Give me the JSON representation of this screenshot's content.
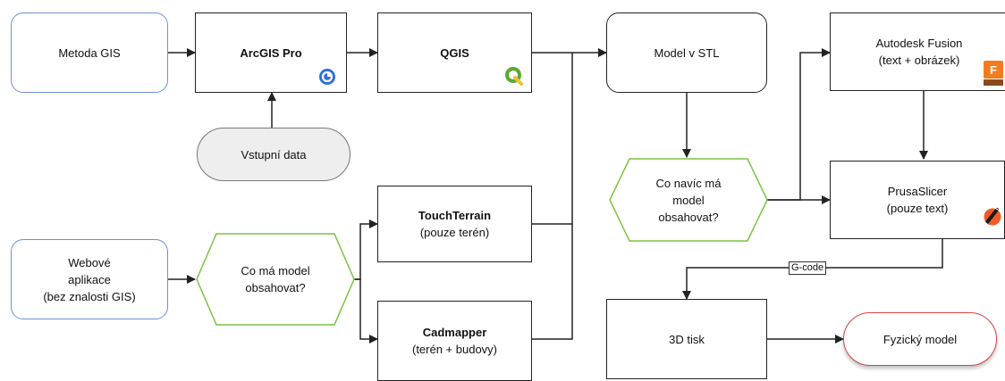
{
  "nodes": {
    "metoda_gis": "Metoda GIS",
    "arcgis_pro": "ArcGIS Pro",
    "qgis": "QGIS",
    "model_stl": "Model v STL",
    "autodesk_fusion": [
      "Autodesk Fusion",
      "(text + obrázek)"
    ],
    "vstupni_data": "Vstupní data",
    "co_navic": [
      "Co navíc má",
      "model",
      "obsahovat?"
    ],
    "prusaslicer": [
      "PrusaSlicer",
      "(pouze text)"
    ],
    "touchterrain": [
      "TouchTerrain",
      "(pouze terén)"
    ],
    "webove_aplikace": [
      "Webové",
      "aplikace",
      "(bez znalosti GIS)"
    ],
    "co_ma_model": [
      "Co má model",
      "obsahovat?"
    ],
    "cadmapper": [
      "Cadmapper",
      "(terén + budovy)"
    ],
    "tisk_3d": "3D tisk",
    "fyzicky_model": "Fyzický model"
  },
  "edge_labels": {
    "gcode": "G-code"
  },
  "icons": {
    "arcgis": "arcgis-pro-logo",
    "qgis": "qgis-logo",
    "fusion": "autodesk-fusion-logo",
    "prusa": "prusaslicer-logo"
  },
  "colors": {
    "start_border": "#6f8fd6",
    "decision_border": "#7cc242",
    "input_fill": "#eeeeee",
    "end_border": "#d64545",
    "arcgis_blue": "#2f6fd8",
    "qgis_green": "#5aa832",
    "fusion_orange": "#f07c1e",
    "prusa_orange": "#f15a24"
  }
}
